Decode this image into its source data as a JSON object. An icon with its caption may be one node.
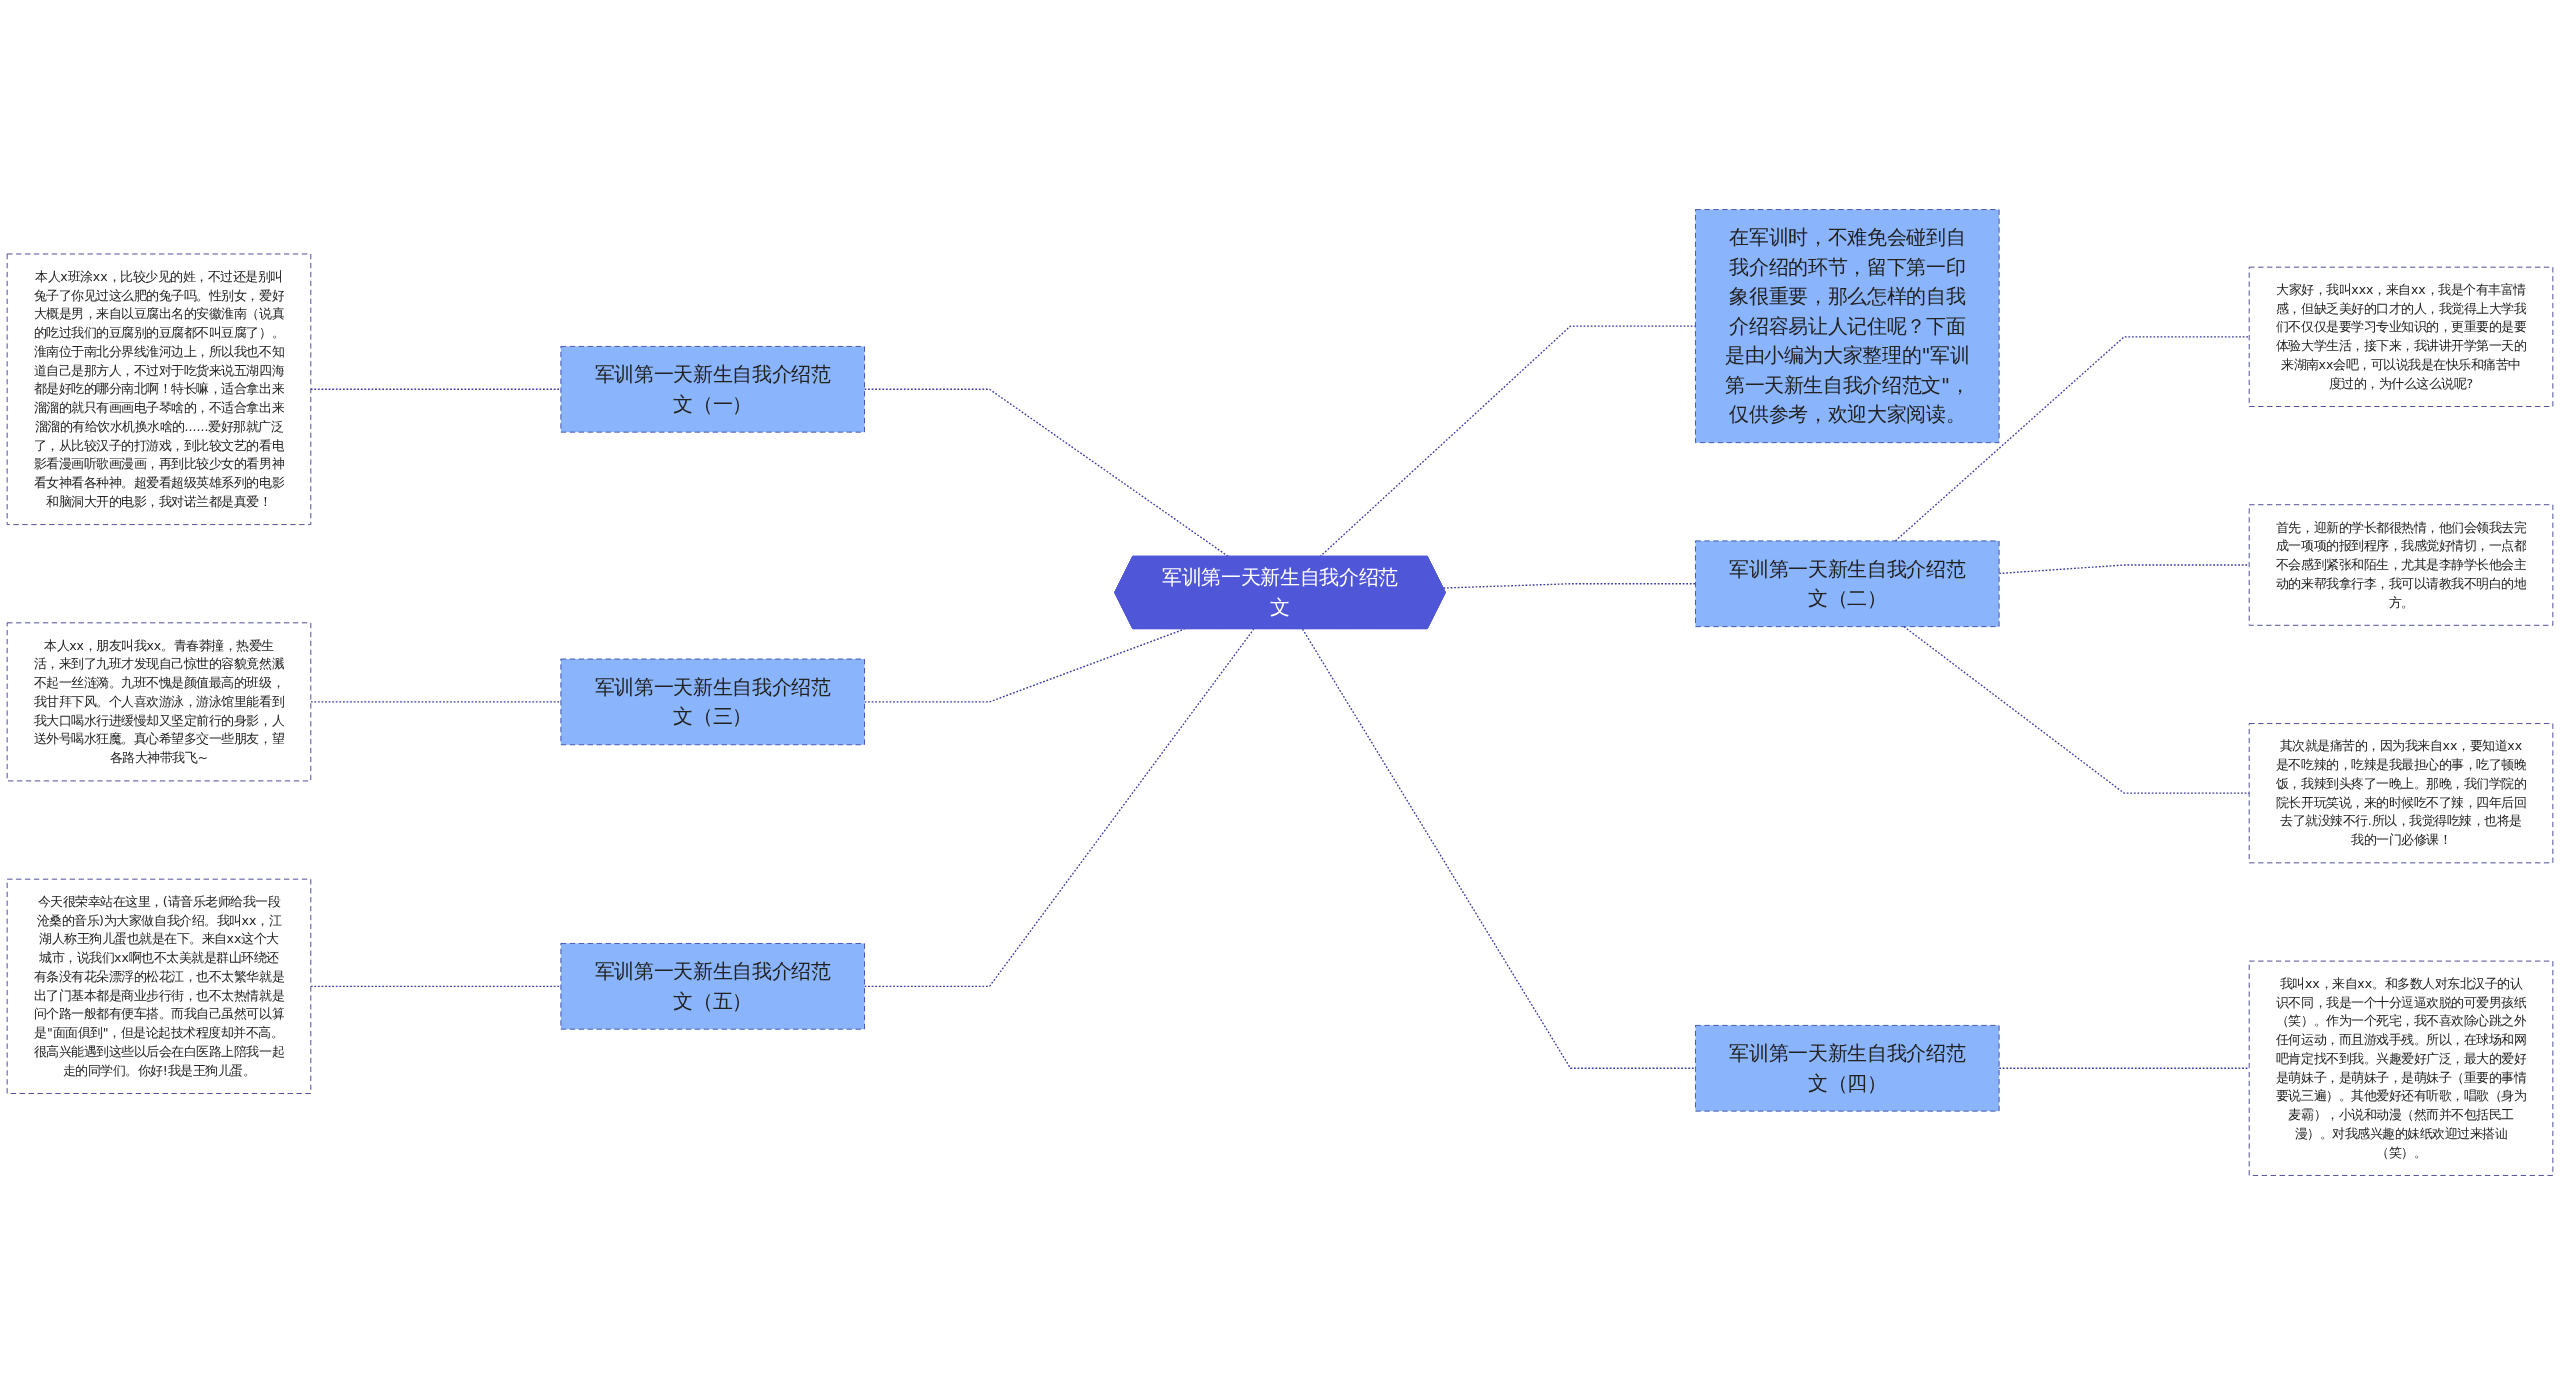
{
  "diagram": {
    "nodes": [
      {
        "text": [
          "军训第一天新生自我介绍范文"
        ]
      },
      {
        "text": [
          "在军训时，不难免会碰到自我介绍的环节，留下第一印象很重要，那么怎样的自我介绍容易让人记住呢？下面是由小编为大家整理的\"军训第一天新生自我介绍范文\"，仅供参考，欢迎大家阅读。"
        ]
      },
      {
        "text": [
          "军训第一天新生自我介绍范文（二）"
        ]
      },
      {
        "text": [
          "大家好，我叫xxx，来自xx，我是个有丰富情感，但缺乏美好的口才的人，我觉得上大学我们不仅仅是要学习专业知识的，更重要的是要体验大学生活，接下来，我讲讲开学第一天的来湖南xx会吧，可以说我是在快乐和痛苦中度过的，为什么这么说呢?"
        ]
      },
      {
        "text": [
          "首先，迎新的学长都很热情，他们会领我去完成一项项的报到程序，我感觉好情切，一点都不会感到紧张和陌生，尤其是李静学长他会主动的来帮我拿行李，我可以请教我不明白的地方。"
        ]
      },
      {
        "text": [
          "其次就是痛苦的，因为我来自xx，要知道xx是不吃辣的，吃辣是我最担心的事，吃了顿晚饭，我辣到头疼了一晚上。那晚，我们学院的院长开玩笑说，来的时候吃不了辣，四年后回去了就没辣不行.所以，我觉得吃辣，也将是我的一门必修课！"
        ]
      },
      {
        "text": [
          "军训第一天新生自我介绍范文（四）"
        ]
      },
      {
        "text": [
          "我叫xx，来自xx。和多数人对东北汉子的认识不同，我是一个十分逗逼欢脱的可爱男孩纸（笑）。作为一个死宅，我不喜欢除心跳之外任何运动，而且游戏手残。所以，在球场和网吧肯定找不到我。兴趣爱好广泛，最大的爱好是萌妹子，是萌妹子，是萌妹子（重要的事情要说三遍）。其他爱好还有听歌，唱歌（身为麦霸），小说和动漫（然而并不包括民工漫）。对我感兴趣的妹纸欢迎过来搭讪（笑）。"
        ]
      },
      {
        "text": [
          "军训第一天新生自我介绍范文（一）"
        ]
      },
      {
        "text": [
          "本人x班涂xx，比较少见的姓，不过还是别叫兔子了你见过这么肥的兔子吗。性别女，爱好大概是男，来自以豆腐出名的安徽淮南（说真的吃过我们的豆腐别的豆腐都不叫豆腐了）。淮南位于南北分界线淮河边上，所以我也不知道自己是那方人，不过对于吃货来说五湖四海都是好吃的哪分南北啊！特长嘛，适合拿出来溜溜的就只有画画电子琴啥的，不适合拿出来溜溜的有给饮水机换水啥的......爱好那就广泛了，从比较汉子的打游戏，到比较文艺的看电影看漫画听歌画漫画，再到比较少女的看男神看女神看各种神。超爱看超级英雄系列的电影和脑洞大开的电影，我对诺兰都是真爱！"
        ]
      },
      {
        "text": [
          "军训第一天新生自我介绍范文（三）"
        ]
      },
      {
        "text": [
          "本人xx，朋友叫我xx。青春莽撞，热爱生活，来到了九班才发现自己惊世的容貌竟然溅不起一丝涟漪。九班不愧是颜值最高的班级，我甘拜下风。个人喜欢游泳，游泳馆里能看到我大口喝水行进缓慢却又坚定前行的身影，人送外号喝水狂魔。真心希望多交一些朋友，望各路大神带我飞~"
        ]
      },
      {
        "text": [
          "军训第一天新生自我介绍范文（五）"
        ]
      },
      {
        "text": [
          "今天很荣幸站在这里，(请音乐老师给我一段沧桑的音乐)为大家做自我介绍。我叫xx，江湖人称王狗儿蛋也就是在下。来自xx这个大城市，说我们xx啊也不太美就是群山环绕还有条没有花朵漂浮的松花江，也不太繁华就是出了门基本都是商业步行街，也不太热情就是问个路一般都有便车搭。而我自己虽然可以算是\"面面俱到\"，但是论起技术程度却并不高。很高兴能遇到这些以后会在白医路上陪我一起走的同学们。你好!我是王狗儿蛋。"
        ]
      }
    ],
    "edges": [
      {
        "from": 0,
        "to": 1,
        "arrow": "none",
        "style": "dashed"
      },
      {
        "from": 0,
        "to": 2,
        "arrow": "none",
        "style": "dashed"
      },
      {
        "from": 2,
        "to": 3,
        "arrow": "none",
        "style": "dashed"
      },
      {
        "from": 2,
        "to": 4,
        "arrow": "none",
        "style": "dashed"
      },
      {
        "from": 2,
        "to": 5,
        "arrow": "none",
        "style": "dashed"
      },
      {
        "from": 0,
        "to": 6,
        "arrow": "none",
        "style": "dashed"
      },
      {
        "from": 6,
        "to": 7,
        "arrow": "none",
        "style": "dashed"
      },
      {
        "from": 0,
        "to": 8,
        "arrow": "none",
        "style": "dashed"
      },
      {
        "from": 8,
        "to": 9,
        "arrow": "none",
        "style": "dashed"
      },
      {
        "from": 0,
        "to": 10,
        "arrow": "none",
        "style": "dashed"
      },
      {
        "from": 10,
        "to": 11,
        "arrow": "none",
        "style": "dashed"
      },
      {
        "from": 0,
        "to": 12,
        "arrow": "none",
        "style": "dashed"
      },
      {
        "from": 12,
        "to": 13,
        "arrow": "none",
        "style": "dashed"
      }
    ]
  }
}
